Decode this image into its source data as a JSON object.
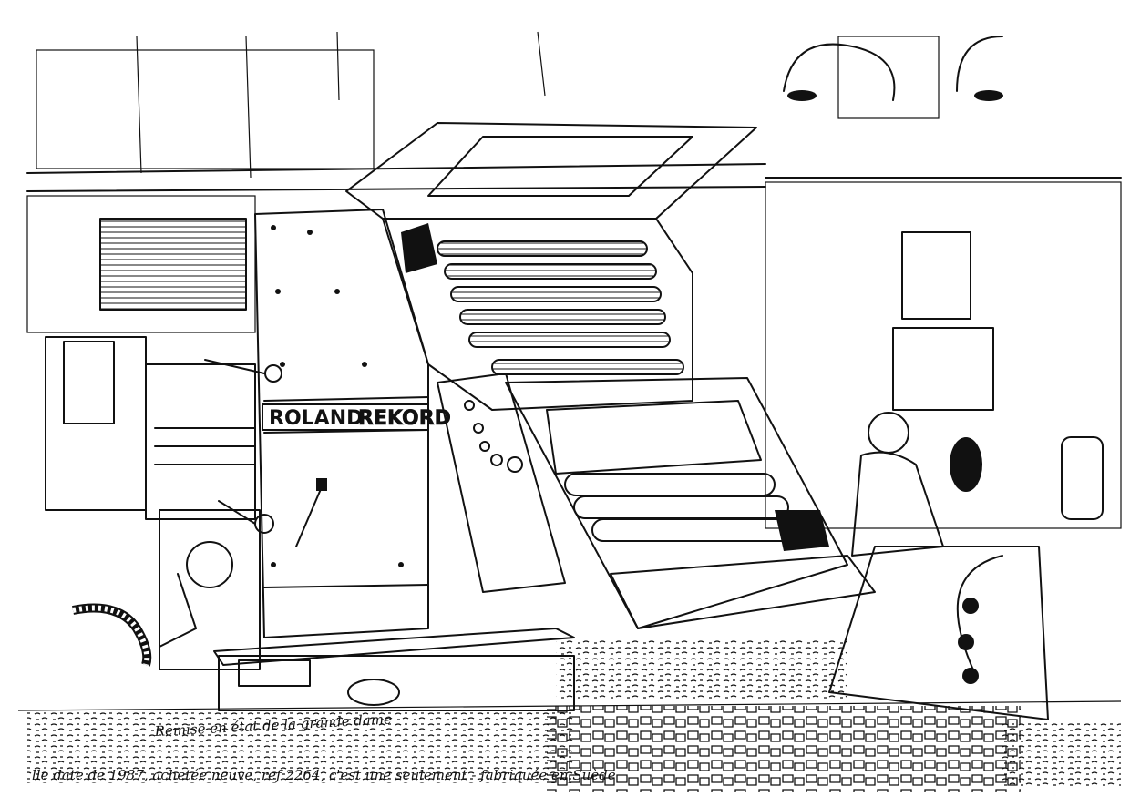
{
  "press_brand_label": "ROLAND",
  "press_model_label": "REKORD",
  "caption_line_1": "Remise en état de la grande dame",
  "caption_line_2": "lle date de 1987, achetée neuve, ref 2264, c'est une seulement - fabriquée en Suède",
  "ink_color": "#111111",
  "paper_color": "#ffffff"
}
